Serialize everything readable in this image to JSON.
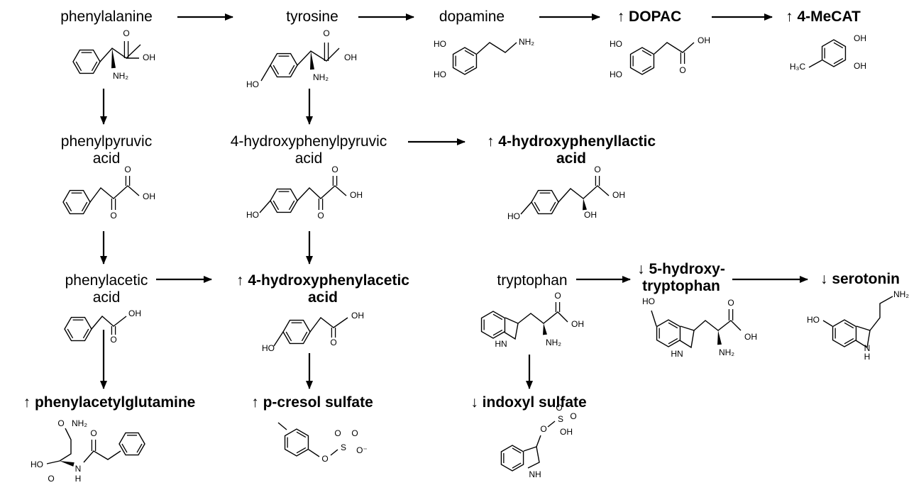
{
  "nodes": {
    "phenylalanine": {
      "line1": "phenylalanine",
      "line2": "",
      "direction": "",
      "highlight": false
    },
    "tyrosine": {
      "line1": "tyrosine",
      "line2": "",
      "direction": "",
      "highlight": false
    },
    "dopamine": {
      "line1": "dopamine",
      "line2": "",
      "direction": "",
      "highlight": false
    },
    "dopac": {
      "line1": "DOPAC",
      "line2": "",
      "direction": "↑",
      "highlight": true
    },
    "mecat": {
      "line1": "4-MeCAT",
      "line2": "",
      "direction": "↑",
      "highlight": true
    },
    "phenylpyruvic": {
      "line1": "phenylpyruvic",
      "line2": "acid",
      "direction": "",
      "highlight": false
    },
    "hppyruvic": {
      "line1": "4-hydroxyphenylpyruvic",
      "line2": "acid",
      "direction": "",
      "highlight": false
    },
    "hplactic": {
      "line1": "4-hydroxyphenyllactic",
      "line2": "acid",
      "direction": "↑",
      "highlight": true
    },
    "phenylacetic": {
      "line1": "phenylacetic",
      "line2": "acid",
      "direction": "",
      "highlight": false
    },
    "hpacetic": {
      "line1": "4-hydroxyphenylacetic",
      "line2": "acid",
      "direction": "↑",
      "highlight": true
    },
    "tryptophan": {
      "line1": "tryptophan",
      "line2": "",
      "direction": "",
      "highlight": false
    },
    "htp": {
      "line1": "5-hydroxy-",
      "line2": "tryptophan",
      "direction": "↓",
      "highlight": true
    },
    "serotonin": {
      "line1": "serotonin",
      "line2": "",
      "direction": "↓",
      "highlight": true
    },
    "pag": {
      "line1": "phenylacetylglutamine",
      "line2": "",
      "direction": "↑",
      "highlight": true
    },
    "pcs": {
      "line1": "p-cresol sulfate",
      "line2": "",
      "direction": "↑",
      "highlight": true
    },
    "indoxyl": {
      "line1": "indoxyl sulfate",
      "line2": "",
      "direction": "↓",
      "highlight": true
    }
  },
  "atoms": {
    "OH": "OH",
    "HO": "HO",
    "NH2": "NH₂",
    "O": "O",
    "H3C": "H₃C",
    "HN": "HN",
    "NH": "NH",
    "N": "N",
    "H": "H",
    "S": "S",
    "Ominus": "O⁻"
  },
  "edges": [
    [
      "phenylalanine",
      "tyrosine"
    ],
    [
      "tyrosine",
      "dopamine"
    ],
    [
      "dopamine",
      "dopac"
    ],
    [
      "dopac",
      "mecat"
    ],
    [
      "phenylalanine",
      "phenylpyruvic"
    ],
    [
      "tyrosine",
      "hppyruvic"
    ],
    [
      "hppyruvic",
      "hplactic"
    ],
    [
      "phenylpyruvic",
      "phenylacetic"
    ],
    [
      "hppyruvic",
      "hpacetic"
    ],
    [
      "phenylacetic",
      "hpacetic"
    ],
    [
      "tryptophan",
      "htp"
    ],
    [
      "htp",
      "serotonin"
    ],
    [
      "phenylacetic",
      "pag"
    ],
    [
      "hpacetic",
      "pcs"
    ],
    [
      "tryptophan",
      "indoxyl"
    ]
  ]
}
